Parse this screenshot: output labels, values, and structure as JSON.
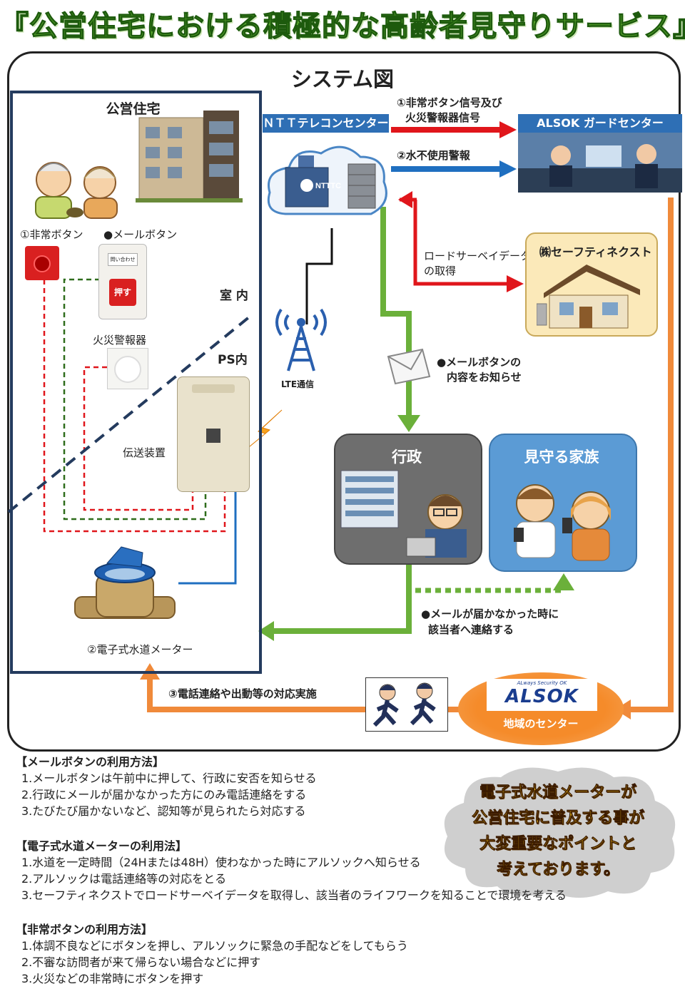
{
  "title": "『公営住宅における積極的な高齢者見守りサービス』",
  "system_title": "システム図",
  "housing": {
    "title": "公営住宅",
    "emergency_button": "①非常ボタン",
    "mail_button": "●メールボタン",
    "fire_alarm": "火災警報器",
    "indoor": "室 内",
    "ps": "PS内",
    "transmitter": "伝送装置",
    "water_meter": "②電子式水道メーター",
    "mail_button_face": "押す",
    "mail_button_top": "問い合わせ"
  },
  "ntt": {
    "label": "ＮＴＴテレコンセンター",
    "logo": "NTTTC"
  },
  "alsok_guard": {
    "label": "ALSOK ガードセンター"
  },
  "arrows": {
    "signal_line1": "①非常ボタン信号及び",
    "signal_line2": "火災警報器信号",
    "water_alarm": "②水不使用警報",
    "road_survey_line1": "ロードサーベイデータ",
    "road_survey_line2": "の取得",
    "mail_notice_line1": "●メールボタンの",
    "mail_notice_line2": "内容をお知らせ",
    "undelivered_line1": "●メールが届かなかった時に",
    "undelivered_line2": "該当者へ連絡する",
    "response": "③電話連絡や出動等の対応実施"
  },
  "safety_next": {
    "label": "㈱セーフティネクスト"
  },
  "lte": {
    "label": "LTE通信"
  },
  "government": {
    "label": "行政"
  },
  "family": {
    "label": "見守る家族"
  },
  "alsok_local": {
    "logo": "ALSOK",
    "tagline": "ALways Security OK",
    "label": "地域のセンター"
  },
  "cloud_message": [
    "電子式水道メーターが",
    "公営住宅に普及する事が",
    "大変重要なポイントと",
    "考えております。"
  ],
  "notes": [
    {
      "heading": "【メールボタンの利用方法】",
      "items": [
        "1.メールボタンは午前中に押して、行政に安否を知らせる",
        "2.行政にメールが届かなかった方にのみ電話連絡をする",
        "3.たびたび届かないなど、認知等が見られたら対応する"
      ]
    },
    {
      "heading": "【電子式水道メーターの利用法】",
      "items": [
        "1.水道を一定時間（24Hまたは48H）使わなかった時にアルソックへ知らせる",
        "2.アルソックは電話連絡等の対応をとる",
        "3.セーフティネクストでロードサーベイデータを取得し、該当者のライフワークを知ることで環境を考える"
      ]
    },
    {
      "heading": "【非常ボタンの利用方法】",
      "items": [
        "1.体調不良などにボタンを押し、アルソックに緊急の手配などをしてもらう",
        "2.不審な訪問者が来て帰らない場合などに押す",
        "3.火災などの非常時にボタンを押す"
      ]
    }
  ],
  "colors": {
    "title_green": "#5aa82e",
    "housing_border": "#243b5e",
    "ntt_blue": "#2e6fb5",
    "red_arrow": "#e0161b",
    "blue_arrow": "#1f6fc0",
    "green_arrow": "#6bb03a",
    "orange_arrow": "#f08a3a",
    "gov_gray": "#6e6e6e",
    "family_blue": "#5b9bd5"
  }
}
